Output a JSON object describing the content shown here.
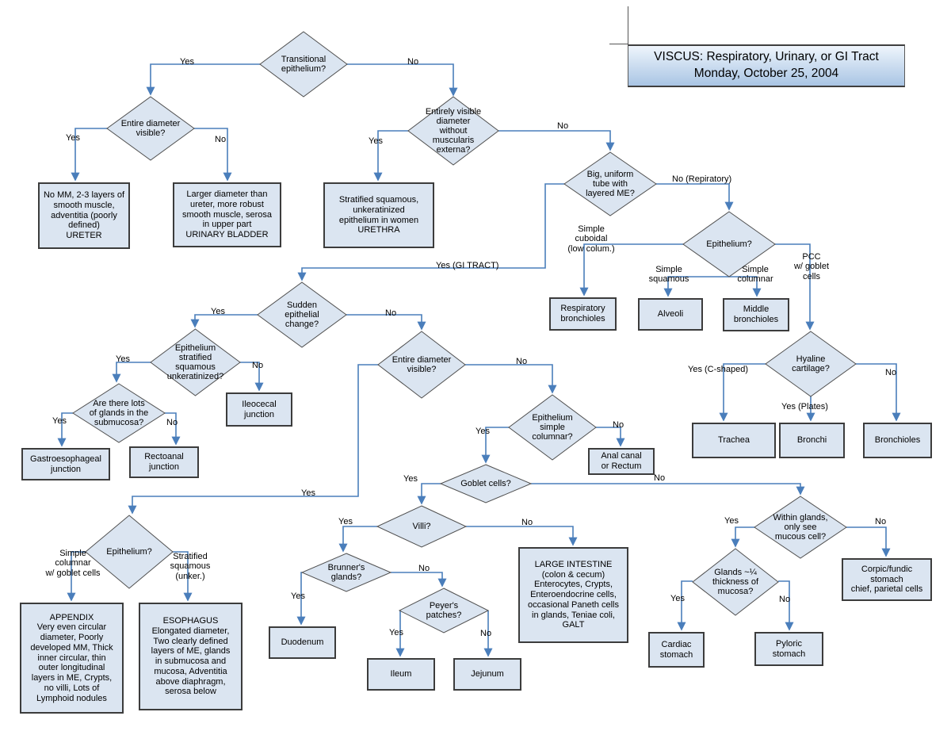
{
  "title": {
    "line1": "VISCUS: Respiratory, Urinary, or GI Tract",
    "line2": "Monday, October 25, 2004"
  },
  "edges": {
    "yes": "Yes",
    "no": "No",
    "no_repiratory": "No (Repiratory)",
    "yes_gi_tract": "Yes (GI TRACT)",
    "simple_cuboidal": "Simple\ncuboidal\n(low colum.)",
    "simple_squamous": "Simple\nsquamous",
    "simple_columnar": "Simple\ncolumnar",
    "pcc_goblet": "PCC\nw/ goblet\ncells",
    "yes_c_shaped": "Yes (C-shaped)",
    "yes_plates": "Yes (Plates)",
    "simple_columnar_goblet": "Simple\ncolumnar\nw/ goblet cells",
    "stratified_squamous_unker": "Stratified\nsquamous\n(unker.)"
  },
  "decisions": {
    "transitional": {
      "label": "Transitional\nepithelium?"
    },
    "entire1": {
      "label": "Entire diameter\nvisible?"
    },
    "entirely_visible": {
      "label": "Entirely visible\ndiameter\nwithout\nmuscularis\nexterna?"
    },
    "big_tube": {
      "label": "Big, uniform\ntube with\nlayered ME?"
    },
    "epithelium_resp": {
      "label": "Epithelium?"
    },
    "hyaline": {
      "label": "Hyaline\ncartilage?"
    },
    "sudden": {
      "label": "Sudden\nepithelial\nchange?"
    },
    "epi_strat": {
      "label": "Epithelium\nstratified\nsquamous\nunkeratinized?"
    },
    "glands_lots": {
      "label": "Are there lots\nof glands in the\nsubmucosa?"
    },
    "entire2": {
      "label": "Entire diameter\nvisible?"
    },
    "epi_simple_col": {
      "label": "Epithelium\nsimple\ncolumnar?"
    },
    "goblet": {
      "label": "Goblet cells?"
    },
    "villi": {
      "label": "Villi?"
    },
    "brunners": {
      "label": "Brunner's\nglands?"
    },
    "peyers": {
      "label": "Peyer's\npatches?"
    },
    "epithelium_gi": {
      "label": "Epithelium?"
    },
    "within_glands": {
      "label": "Within glands,\nonly see\nmucous cell?"
    },
    "glands_quarter": {
      "label": "Glands ~¼\nthickness of\nmucosa?"
    }
  },
  "results": {
    "ureter": {
      "label": "No MM, 2-3 layers of\nsmooth muscle,\nadventitia (poorly\ndefined)\nURETER"
    },
    "bladder": {
      "label": "Larger diameter than\nureter, more robust\nsmooth muscle, serosa\nin upper part\nURINARY BLADDER"
    },
    "urethra": {
      "label": "Stratified squamous,\nunkeratinized\nepithelium in women\nURETHRA"
    },
    "resp_bronchioles": {
      "label": "Respiratory\nbronchioles"
    },
    "alveoli": {
      "label": "Alveoli"
    },
    "mid_bronchioles": {
      "label": "Middle\nbronchioles"
    },
    "trachea": {
      "label": "Trachea"
    },
    "bronchi": {
      "label": "Bronchi"
    },
    "bronchioles": {
      "label": "Bronchioles"
    },
    "ileocecal": {
      "label": "Ileocecal\njunction"
    },
    "gastro": {
      "label": "Gastroesophageal\njunction"
    },
    "rectoanal": {
      "label": "Rectoanal junction"
    },
    "anal": {
      "label": "Anal canal\nor Rectum"
    },
    "large_intestine": {
      "label": "LARGE INTESTINE\n(colon & cecum)\nEnterocytes, Crypts,\nEnteroendocrine cells,\noccasional Paneth cells\nin glands, Teniae coli,\nGALT"
    },
    "duodenum": {
      "label": "Duodenum"
    },
    "ileum": {
      "label": "Ileum"
    },
    "jejunum": {
      "label": "Jejunum"
    },
    "appendix": {
      "label": "APPENDIX\nVery even circular\ndiameter, Poorly\ndeveloped MM, Thick\ninner circular, thin\nouter longitudinal\nlayers in ME, Crypts,\nno villi, Lots of\nLymphoid nodules"
    },
    "esophagus": {
      "label": "ESOPHAGUS\nElongated diameter,\nTwo clearly defined\nlayers of ME, glands\nin submucosa and\nmucosa, Adventitia\nabove diaphragm,\nserosa below"
    },
    "corpic": {
      "label": "Corpic/fundic\nstomach\nchief, parietal cells"
    },
    "cardiac": {
      "label": "Cardiac\nstomach"
    },
    "pyloric": {
      "label": "Pyloric\nstomach"
    }
  },
  "colors": {
    "node_fill": "#dbe5f1",
    "connector_blue": "#4a7ebb",
    "border_dark": "#3c3c3c",
    "title_gradient_top": "#eff5fc",
    "title_gradient_bottom": "#a9c5e4"
  }
}
